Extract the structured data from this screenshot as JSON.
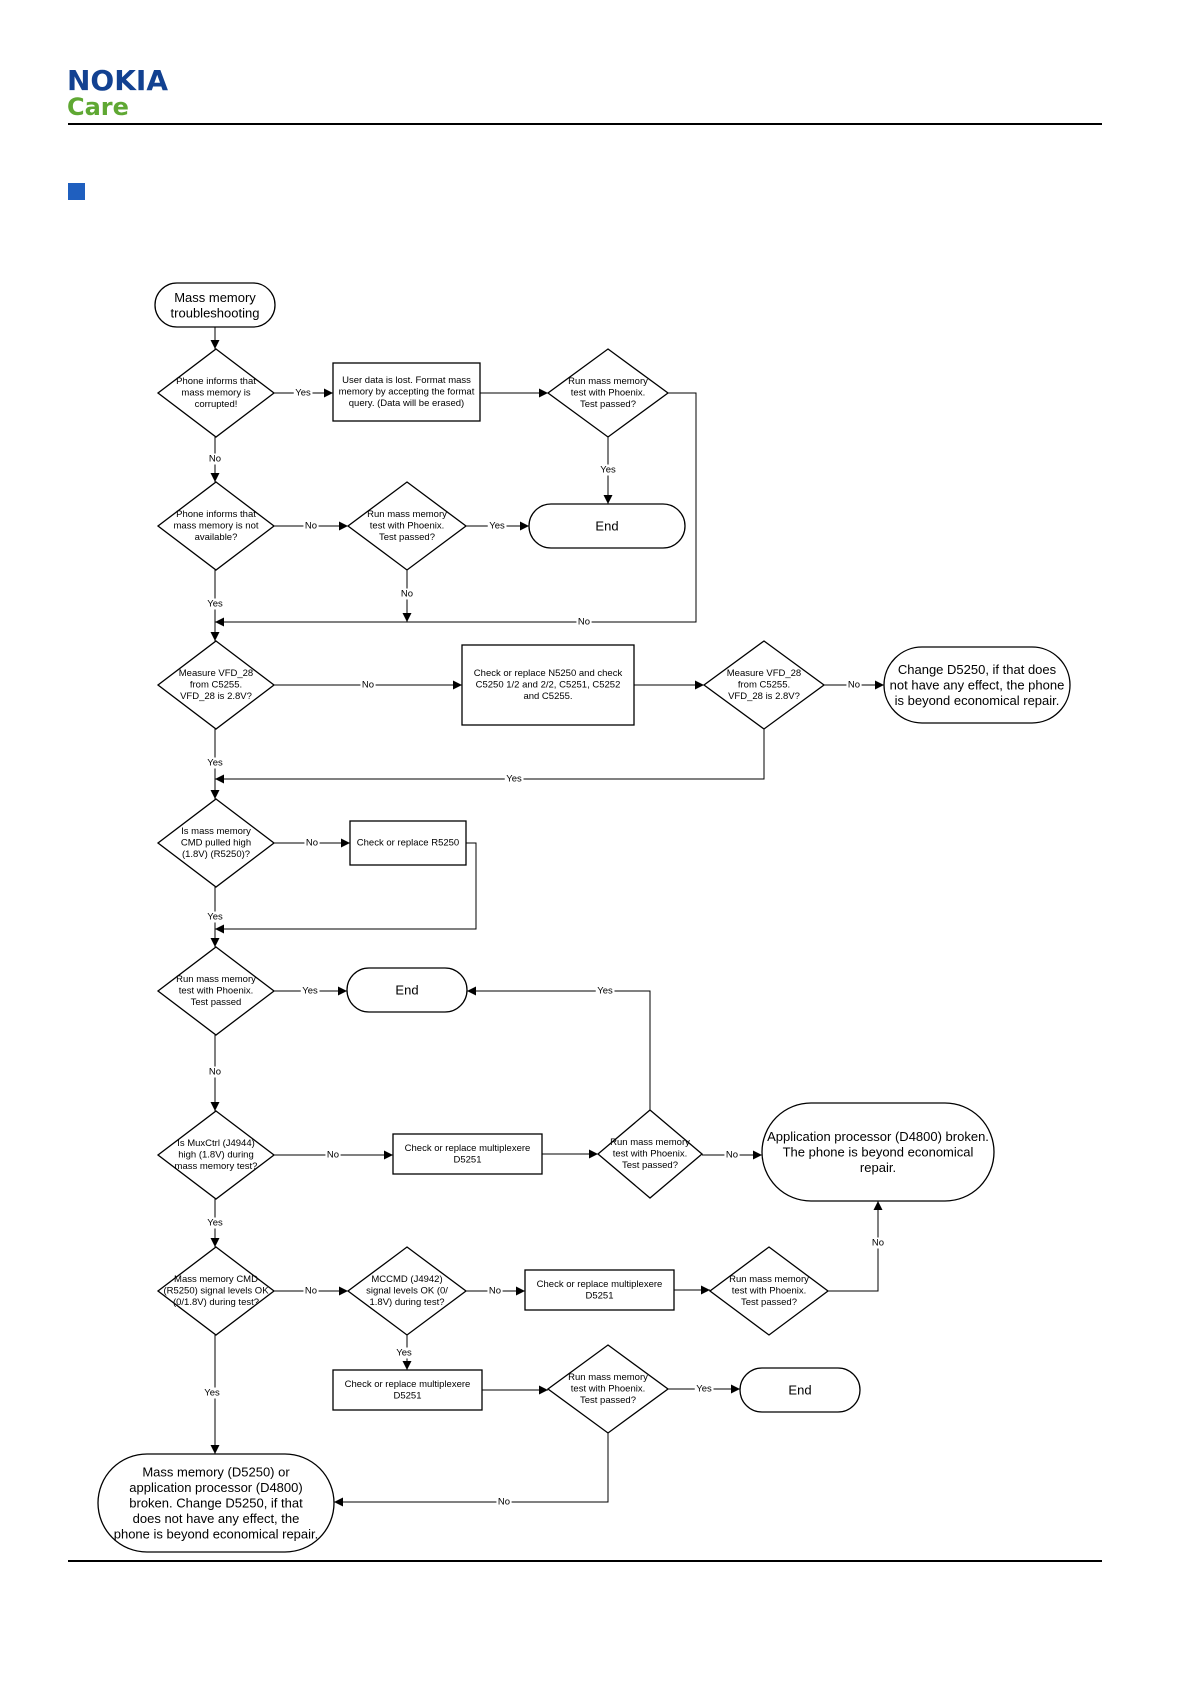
{
  "header": {
    "brand": "NOKIA",
    "sub_brand": "Care"
  },
  "colors": {
    "brand_blue": "#124191",
    "care_green": "#5fa833",
    "marker_blue": "#1f5fbf"
  },
  "flow": {
    "nodes": {
      "start": {
        "lines": [
          "Mass memory",
          "troubleshooting"
        ]
      },
      "d_corrupted": {
        "lines": [
          "Phone informs that",
          "mass memory is",
          "corrupted!"
        ]
      },
      "p_format": {
        "lines": [
          "User data is lost. Format mass",
          "memory by accepting the format",
          "query. (Data will be erased)"
        ]
      },
      "d_test_after_format": {
        "lines": [
          "Run mass memory",
          "test with Phoenix.",
          "Test passed?"
        ]
      },
      "end_1": {
        "lines": [
          "End"
        ]
      },
      "d_not_available": {
        "lines": [
          "Phone informs that",
          "mass memory is not",
          "available?"
        ]
      },
      "d_test_not_available": {
        "lines": [
          "Run mass memory",
          "test with Phoenix.",
          "Test passed?"
        ]
      },
      "d_vfd_1": {
        "lines": [
          "Measure VFD_28",
          "from C5255.",
          "VFD_28 is 2.8V?"
        ]
      },
      "p_n5250": {
        "lines": [
          "Check or replace N5250 and check",
          "C5250 1/2 and 2/2, C5251, C5252",
          "and C5255."
        ]
      },
      "d_vfd_2": {
        "lines": [
          "Measure VFD_28",
          "from C5255.",
          "VFD_28 is 2.8V?"
        ]
      },
      "t_change_d5250": {
        "lines": [
          "Change D5250, if that does",
          "not have any effect, the phone",
          "is beyond economical repair."
        ]
      },
      "d_cmd_high": {
        "lines": [
          "Is mass memory",
          "CMD pulled high",
          "(1.8V) (R5250)?"
        ]
      },
      "p_r5250": {
        "lines": [
          "Check or replace R5250"
        ]
      },
      "d_test_3": {
        "lines": [
          "Run mass memory",
          "test with Phoenix.",
          "Test passed"
        ]
      },
      "end_2": {
        "lines": [
          "End"
        ]
      },
      "d_muxctrl": {
        "lines": [
          "Is MuxCtrl (J4944)",
          "high (1.8V) during",
          "mass memory test?"
        ]
      },
      "p_mux_1": {
        "lines": [
          "Check or replace multiplexere",
          "D5251"
        ]
      },
      "d_test_4": {
        "lines": [
          "Run mass memory",
          "test with Phoenix.",
          "Test passed?"
        ]
      },
      "t_app_processor": {
        "lines": [
          "Application processor (D4800) broken.",
          "The phone is beyond economical",
          "repair."
        ]
      },
      "d_cmd_levels": {
        "lines": [
          "Mass memory CMD",
          "(R5250) signal levels OK",
          "(0/1.8V) during test?"
        ]
      },
      "d_mccmd": {
        "lines": [
          "MCCMD (J4942)",
          "signal levels OK (0/",
          "1.8V) during test?"
        ]
      },
      "p_mux_2": {
        "lines": [
          "Check or replace multiplexere",
          "D5251"
        ]
      },
      "d_test_5": {
        "lines": [
          "Run mass memory",
          "test with Phoenix.",
          "Test passed?"
        ]
      },
      "p_mux_3": {
        "lines": [
          "Check or replace multiplexere",
          "D5251"
        ]
      },
      "d_test_6": {
        "lines": [
          "Run mass memory",
          "test with Phoenix.",
          "Test passed?"
        ]
      },
      "end_3": {
        "lines": [
          "End"
        ]
      },
      "t_mass_memory_broken": {
        "lines": [
          "Mass memory (D5250) or",
          "application processor (D4800)",
          "broken. Change D5250, if that",
          "does not have any effect, the",
          "phone is beyond economical repair."
        ]
      }
    },
    "edges": [
      {
        "from": "start",
        "to": "d_corrupted",
        "label": ""
      },
      {
        "from": "d_corrupted",
        "to": "p_format",
        "label": "Yes"
      },
      {
        "from": "p_format",
        "to": "d_test_after_format",
        "label": ""
      },
      {
        "from": "d_test_after_format",
        "to": "end_1",
        "label": "Yes"
      },
      {
        "from": "d_test_after_format",
        "to": "d_vfd_1",
        "label": "No"
      },
      {
        "from": "d_corrupted",
        "to": "d_not_available",
        "label": "No"
      },
      {
        "from": "d_not_available",
        "to": "d_test_not_available",
        "label": "No"
      },
      {
        "from": "d_test_not_available",
        "to": "end_1",
        "label": "Yes"
      },
      {
        "from": "d_test_not_available",
        "to": "d_vfd_1",
        "label": "No"
      },
      {
        "from": "d_not_available",
        "to": "d_vfd_1",
        "label": "Yes"
      },
      {
        "from": "d_vfd_1",
        "to": "p_n5250",
        "label": "No"
      },
      {
        "from": "p_n5250",
        "to": "d_vfd_2",
        "label": ""
      },
      {
        "from": "d_vfd_2",
        "to": "t_change_d5250",
        "label": "No"
      },
      {
        "from": "d_vfd_2",
        "to": "d_cmd_high",
        "label": "Yes"
      },
      {
        "from": "d_vfd_1",
        "to": "d_cmd_high",
        "label": "Yes"
      },
      {
        "from": "d_cmd_high",
        "to": "p_r5250",
        "label": "No"
      },
      {
        "from": "p_r5250",
        "to": "d_test_3",
        "label": ""
      },
      {
        "from": "d_cmd_high",
        "to": "d_test_3",
        "label": "Yes"
      },
      {
        "from": "d_test_3",
        "to": "end_2",
        "label": "Yes"
      },
      {
        "from": "d_test_3",
        "to": "d_muxctrl",
        "label": "No"
      },
      {
        "from": "d_muxctrl",
        "to": "p_mux_1",
        "label": "No"
      },
      {
        "from": "p_mux_1",
        "to": "d_test_4",
        "label": ""
      },
      {
        "from": "d_test_4",
        "to": "end_2",
        "label": "Yes"
      },
      {
        "from": "d_test_4",
        "to": "t_app_processor",
        "label": "No"
      },
      {
        "from": "d_muxctrl",
        "to": "d_cmd_levels",
        "label": "Yes"
      },
      {
        "from": "d_cmd_levels",
        "to": "d_mccmd",
        "label": "No"
      },
      {
        "from": "d_mccmd",
        "to": "p_mux_2",
        "label": "No"
      },
      {
        "from": "p_mux_2",
        "to": "d_test_5",
        "label": ""
      },
      {
        "from": "d_test_5",
        "to": "t_app_processor",
        "label": "No"
      },
      {
        "from": "d_mccmd",
        "to": "p_mux_3",
        "label": "Yes"
      },
      {
        "from": "p_mux_3",
        "to": "d_test_6",
        "label": ""
      },
      {
        "from": "d_test_6",
        "to": "end_3",
        "label": "Yes"
      },
      {
        "from": "d_test_6",
        "to": "t_mass_memory_broken",
        "label": "No"
      },
      {
        "from": "d_cmd_levels",
        "to": "t_mass_memory_broken",
        "label": "Yes"
      }
    ]
  }
}
